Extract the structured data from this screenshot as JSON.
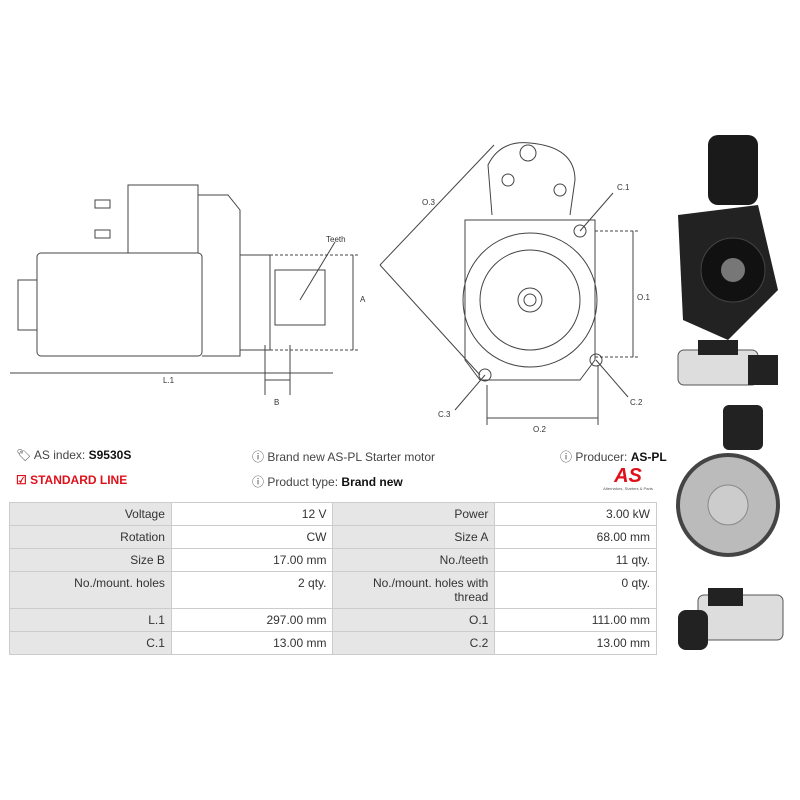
{
  "drawing_labels": {
    "teeth": "Teeth",
    "a": "A",
    "b": "B",
    "l1": "L.1",
    "o3": "O.3",
    "c1": "C.1",
    "o1": "O.1",
    "c3": "C.3",
    "c2": "C.2",
    "o2": "O.2"
  },
  "info": {
    "as_index_label": "AS index:",
    "as_index_value": "S9530S",
    "standard_line": "STANDARD LINE",
    "description": "Brand new AS-PL Starter motor",
    "product_type_label": "Product type:",
    "product_type_value": "Brand new",
    "producer_label": "Producer:",
    "producer_value": "AS-PL",
    "logo_text": "AS",
    "logo_tagline": "Alternators, Starters & Parts"
  },
  "colors": {
    "accent": "#e0101a",
    "header_cell": "#e6e6e6"
  },
  "specs": [
    {
      "k1": "Voltage",
      "v1": "12 V",
      "k2": "Power",
      "v2": "3.00 kW"
    },
    {
      "k1": "Rotation",
      "v1": "CW",
      "k2": "Size A",
      "v2": "68.00 mm"
    },
    {
      "k1": "Size B",
      "v1": "17.00 mm",
      "k2": "No./teeth",
      "v2": "11 qty."
    },
    {
      "k1": "No./mount. holes",
      "v1": "2 qty.",
      "k2": "No./mount. holes with thread",
      "v2": "0 qty."
    },
    {
      "k1": "L.1",
      "v1": "297.00 mm",
      "k2": "O.1",
      "v2": "111.00 mm"
    },
    {
      "k1": "C.1",
      "v1": "13.00 mm",
      "k2": "C.2",
      "v2": "13.00 mm"
    }
  ]
}
